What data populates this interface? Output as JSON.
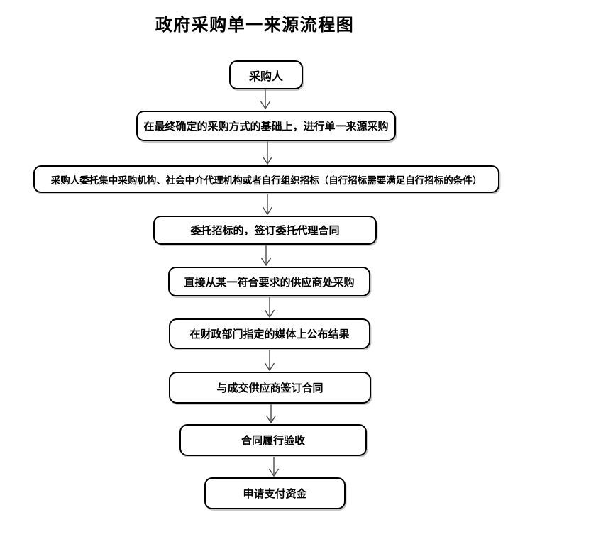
{
  "title": "政府采购单一来源流程图",
  "flowchart": {
    "type": "flowchart",
    "direction": "top-down",
    "nodes": [
      {
        "id": 1,
        "shape": "rounded-rectangle",
        "label": "采购人"
      },
      {
        "id": 2,
        "shape": "rounded-rectangle",
        "label": "在最终确定的采购方式的基础上，进行单一来源采购"
      },
      {
        "id": 3,
        "shape": "rounded-rectangle",
        "label": "采购人委托集中采购机构、社会中介代理机构或者自行组织招标（自行招标需要满足自行招标的条件）"
      },
      {
        "id": 4,
        "shape": "rounded-rectangle",
        "label": "委托招标的，签订委托代理合同"
      },
      {
        "id": 5,
        "shape": "rounded-rectangle",
        "label": "直接从某一符合要求的供应商处采购"
      },
      {
        "id": 6,
        "shape": "rounded-rectangle",
        "label": "在财政部门指定的媒体上公布结果"
      },
      {
        "id": 7,
        "shape": "rounded-rectangle",
        "label": "与成交供应商签订合同"
      },
      {
        "id": 8,
        "shape": "rounded-rectangle",
        "label": "合同履行验收"
      },
      {
        "id": 9,
        "shape": "rounded-rectangle",
        "label": "申请支付资金"
      }
    ],
    "edges": [
      {
        "from": 1,
        "to": 2,
        "style": "arrow-down"
      },
      {
        "from": 2,
        "to": 3,
        "style": "arrow-down"
      },
      {
        "from": 3,
        "to": 4,
        "style": "arrow-down"
      },
      {
        "from": 4,
        "to": 5,
        "style": "arrow-down"
      },
      {
        "from": 5,
        "to": 6,
        "style": "arrow-down"
      },
      {
        "from": 6,
        "to": 7,
        "style": "arrow-down"
      },
      {
        "from": 7,
        "to": 8,
        "style": "arrow-down"
      },
      {
        "from": 8,
        "to": 9,
        "style": "arrow-down"
      }
    ],
    "colors": {
      "background": "#ffffff",
      "box_fill": "#ffffff",
      "box_border": "#000000",
      "text": "#000000",
      "arrow": "#4a4a4a"
    }
  }
}
